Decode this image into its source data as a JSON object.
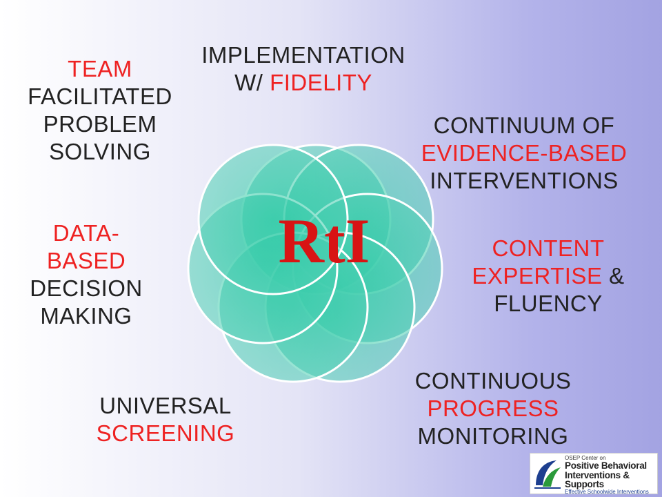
{
  "center": {
    "text": "RtI"
  },
  "labels": {
    "implementation": {
      "line1": "IMPLEMENTATION",
      "line2_a": "W/ ",
      "line2_b": "FIDELITY"
    },
    "team": {
      "line1": "TEAM",
      "line2": "FACILITATED",
      "line3": "PROBLEM",
      "line4": "SOLVING"
    },
    "continuum": {
      "line1": "CONTINUUM OF",
      "line2": "EVIDENCE-BASED",
      "line3": "INTERVENTIONS"
    },
    "data": {
      "line1": "DATA-",
      "line2": "BASED",
      "line3": "DECISION",
      "line4": "MAKING"
    },
    "content": {
      "line1": "CONTENT",
      "line2_a": "EXPERTISE",
      "line2_b": " &",
      "line3": "FLUENCY"
    },
    "continuous": {
      "line1": "CONTINUOUS",
      "line2": "PROGRESS",
      "line3": "MONITORING"
    },
    "universal": {
      "line1": "UNIVERSAL",
      "line2": "SCREENING"
    }
  },
  "logo": {
    "line1": "OSEP Center on",
    "line2": "Positive Behavioral",
    "line3": "Interventions & Supports",
    "line4": "Effective Schoolwide Interventions"
  },
  "colors": {
    "accent_red": "#ee2222",
    "petal_fill": "#5fd6bc",
    "center_text": "#d81414"
  }
}
